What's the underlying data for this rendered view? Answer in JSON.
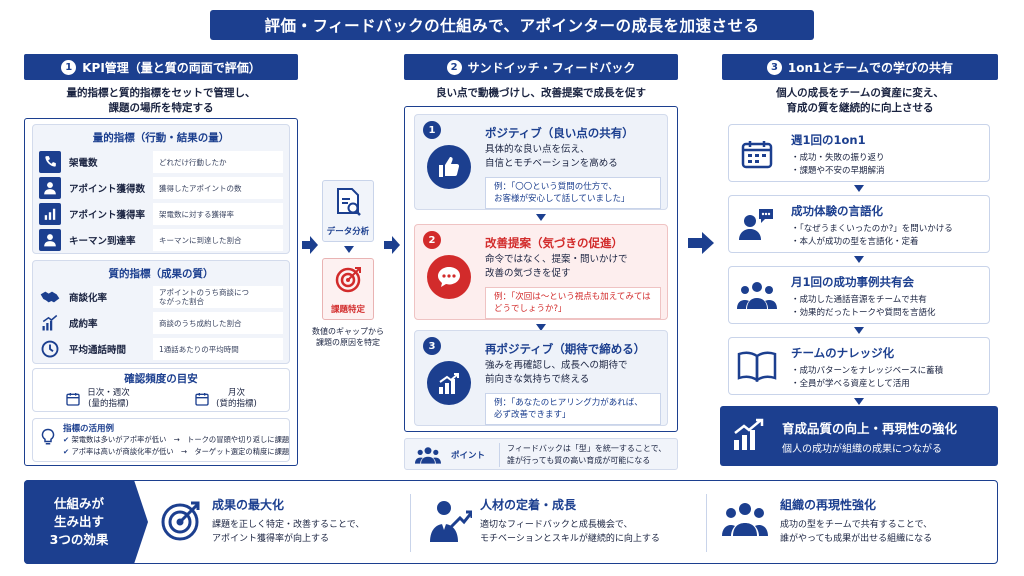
{
  "title": "評価・フィードバックの仕組みで、アポインターの成長を加速させる",
  "col1": {
    "num": "1",
    "head": "KPI管理（量と質の両面で評価）",
    "sub1": "量的指標と質的指標をセットで管理し、",
    "sub2": "課題の場所を特定する",
    "quant_title": "量的指標（行動・結果の量）",
    "quant": [
      {
        "icon": "phone-icon",
        "name": "架電数",
        "desc": "どれだけ行動したか"
      },
      {
        "icon": "person-icon",
        "name": "アポイント獲得数",
        "desc": "獲得したアポイントの数"
      },
      {
        "icon": "bar-chart-icon",
        "name": "アポイント獲得率",
        "desc": "架電数に対する獲得率"
      },
      {
        "icon": "person-icon",
        "name": "キーマン到達率",
        "desc": "キーマンに到達した割合"
      }
    ],
    "qual_title": "質的指標（成果の質）",
    "qual": [
      {
        "icon": "handshake-icon",
        "name": "商談化率",
        "desc1": "アポイントのうち商談につ",
        "desc2": "ながった割合"
      },
      {
        "icon": "growth-chart-icon",
        "name": "成約率",
        "desc1": "商談のうち成約した割合",
        "desc2": ""
      },
      {
        "icon": "clock-icon",
        "name": "平均通話時間",
        "desc1": "1通話あたりの平均時間",
        "desc2": ""
      }
    ],
    "freq_title": "確認頻度の目安",
    "freq": [
      {
        "line1": "日次・週次",
        "line2": "(量的指標)"
      },
      {
        "line1": "月次",
        "line2": "(質的指標)"
      }
    ],
    "usage_title": "指標の活用例",
    "usage": [
      "架電数は多いがアポ率が低い　→　トークの冒頭や切り返しに課題",
      "アポ率は高いが商談化率が低い　→　ターゲット選定の精度に課題"
    ]
  },
  "mid": {
    "analysis": "データ分析",
    "identify": "課題特定",
    "note1": "数値のギャップから",
    "note2": "課題の原因を特定"
  },
  "col2": {
    "num": "2",
    "head": "サンドイッチ・フィードバック",
    "sub": "良い点で動機づけし、改善提案で成長を促す",
    "steps": [
      {
        "num": "1",
        "title": "ポジティブ（良い点の共有）",
        "text1": "具体的な良い点を伝え、",
        "text2": "自信とモチベーションを高める",
        "ex1": "例：「〇〇という質問の仕方で、",
        "ex2": "お客様が安心して話していました」"
      },
      {
        "num": "2",
        "title": "改善提案（気づきの促進）",
        "text1": "命令ではなく、提案・問いかけで",
        "text2": "改善の気づきを促す",
        "ex1": "例：「次回は〜という視点も加えてみては",
        "ex2": "どうでしょうか?」"
      },
      {
        "num": "3",
        "title": "再ポジティブ（期待で締める）",
        "text1": "強みを再確認し、成長への期待で",
        "text2": "前向きな気持ちで終える",
        "ex1": "例：「あなたのヒアリング力があれば、",
        "ex2": "必ず改善できます」"
      }
    ],
    "point_label": "ポイント",
    "point1": "フィードバックは「型」を統一することで、",
    "point2": "誰が行っても質の高い育成が可能になる"
  },
  "col3": {
    "num": "3",
    "head": "1on1とチームでの学びの共有",
    "sub1": "個人の成長をチームの資産に変え、",
    "sub2": "育成の質を継続的に向上させる",
    "cards": [
      {
        "title": "週1回の1on1",
        "b1": "・成功・失敗の振り返り",
        "b2": "・課題や不安の早期解消"
      },
      {
        "title": "成功体験の言語化",
        "b1": "・「なぜうまくいったのか?」を問いかける",
        "b2": "・本人が成功の型を言語化・定着"
      },
      {
        "title": "月1回の成功事例共有会",
        "b1": "・成功した通話音源をチームで共有",
        "b2": "・効果的だったトークや質問を言語化"
      },
      {
        "title": "チームのナレッジ化",
        "b1": "・成功パターンをナレッジベースに蓄積",
        "b2": "・全員が学べる資産として活用"
      }
    ],
    "final_title": "育成品質の向上・再現性の強化",
    "final_text": "個人の成功が組織の成果につながる"
  },
  "bottom": {
    "label1": "仕組みが",
    "label2": "生み出す",
    "label3": "3つの効果",
    "effects": [
      {
        "title": "成果の最大化",
        "t1": "課題を正しく特定・改善することで、",
        "t2": "アポイント獲得率が向上する"
      },
      {
        "title": "人材の定着・成長",
        "t1": "適切なフィードバックと成長機会で、",
        "t2": "モチベーションとスキルが継続的に向上する"
      },
      {
        "title": "組織の再現性強化",
        "t1": "成功の型をチームで共有することで、",
        "t2": "誰がやっても成果が出せる組織になる"
      }
    ]
  },
  "colors": {
    "navy": "#1c3f8f",
    "red": "#d22b2b",
    "light": "#f1f4fa"
  }
}
